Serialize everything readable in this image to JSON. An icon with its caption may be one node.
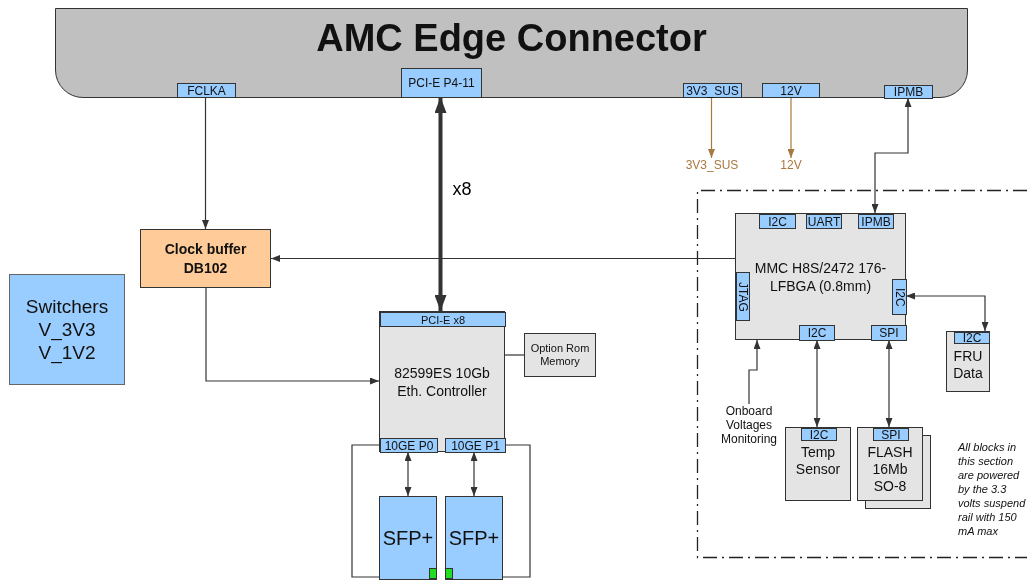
{
  "diagram": {
    "nodes": [
      {
        "text": [
          "AMC Edge Connector"
        ]
      },
      {
        "text": [
          "FCLKA"
        ],
        "in": 0
      },
      {
        "text": [
          "PCI-E P4-11"
        ],
        "in": 0
      },
      {
        "text": [
          "3V3_SUS"
        ],
        "in": 0
      },
      {
        "text": [
          "12V"
        ],
        "in": 0
      },
      {
        "text": [
          "IPMB"
        ],
        "in": 0
      },
      {
        "text": [
          "3V3_SUS"
        ]
      },
      {
        "text": [
          "12V"
        ]
      },
      {
        "text": [
          "Clock buffer DB102"
        ]
      },
      {
        "text": [
          "Switchers V_3V3 V_1V2"
        ]
      },
      {
        "text": [
          "82599ES 10Gb Eth. Controller"
        ]
      },
      {
        "text": [
          "PCI-E x8"
        ],
        "in": 10
      },
      {
        "text": [
          "10GE P0"
        ],
        "in": 10
      },
      {
        "text": [
          "10GE P1"
        ],
        "in": 10
      },
      {
        "text": [
          "Option Rom Memory"
        ]
      },
      {
        "text": [
          "SFP+"
        ]
      },
      {
        "text": [
          "SFP+"
        ]
      },
      {
        "text": [
          "All blocks in this section are powered by the 3.3 volts suspend rail with 150 mA max"
        ]
      },
      {
        "text": [
          "MMC H8S/2472 176-LFBGA (0.8mm)"
        ],
        "in": 17
      },
      {
        "text": [
          "I2C"
        ],
        "in": 18
      },
      {
        "text": [
          "UART"
        ],
        "in": 18
      },
      {
        "text": [
          "IPMB"
        ],
        "in": 18
      },
      {
        "text": [
          "JTAG"
        ],
        "in": 18
      },
      {
        "text": [
          "I2C"
        ],
        "in": 18
      },
      {
        "text": [
          "I2C"
        ],
        "in": 18
      },
      {
        "text": [
          "SPI"
        ],
        "in": 18
      },
      {
        "text": [
          "FRU Data"
        ],
        "in": 17
      },
      {
        "text": [
          "I2C"
        ],
        "in": 26
      },
      {
        "text": [
          "Onboard Voltages Monitoring"
        ],
        "in": 17
      },
      {
        "text": [
          "Temp Sensor"
        ],
        "in": 17
      },
      {
        "text": [
          "I2C"
        ],
        "in": 29
      },
      {
        "text": [
          "FLASH 16Mb SO-8"
        ],
        "in": 17
      },
      {
        "text": [
          "SPI"
        ],
        "in": 31
      }
    ],
    "edges": [
      {
        "from": 1,
        "to": 8,
        "arrow": "to"
      },
      {
        "from": 2,
        "to": 11,
        "arrow": "both",
        "label": "x8",
        "style": "thick"
      },
      {
        "from": 3,
        "to": 6,
        "arrow": "to",
        "color": "#a87840"
      },
      {
        "from": 4,
        "to": 7,
        "arrow": "to",
        "color": "#a87840"
      },
      {
        "from": 21,
        "to": 5,
        "arrow": "both"
      },
      {
        "from": 18,
        "to": 8,
        "arrow": "to"
      },
      {
        "from": 8,
        "to": 10,
        "arrow": "to"
      },
      {
        "from": 10,
        "to": 14,
        "arrow": "none"
      },
      {
        "from": 12,
        "to": 15,
        "arrow": "both"
      },
      {
        "from": 13,
        "to": 16,
        "arrow": "both"
      },
      {
        "from": 12,
        "to": 15,
        "arrow": "none"
      },
      {
        "from": 13,
        "to": 16,
        "arrow": "none"
      },
      {
        "from": 23,
        "to": 27,
        "arrow": "both"
      },
      {
        "from": 28,
        "to": 18,
        "arrow": "to"
      },
      {
        "from": 24,
        "to": 30,
        "arrow": "both"
      },
      {
        "from": 25,
        "to": 32,
        "arrow": "both"
      }
    ]
  }
}
